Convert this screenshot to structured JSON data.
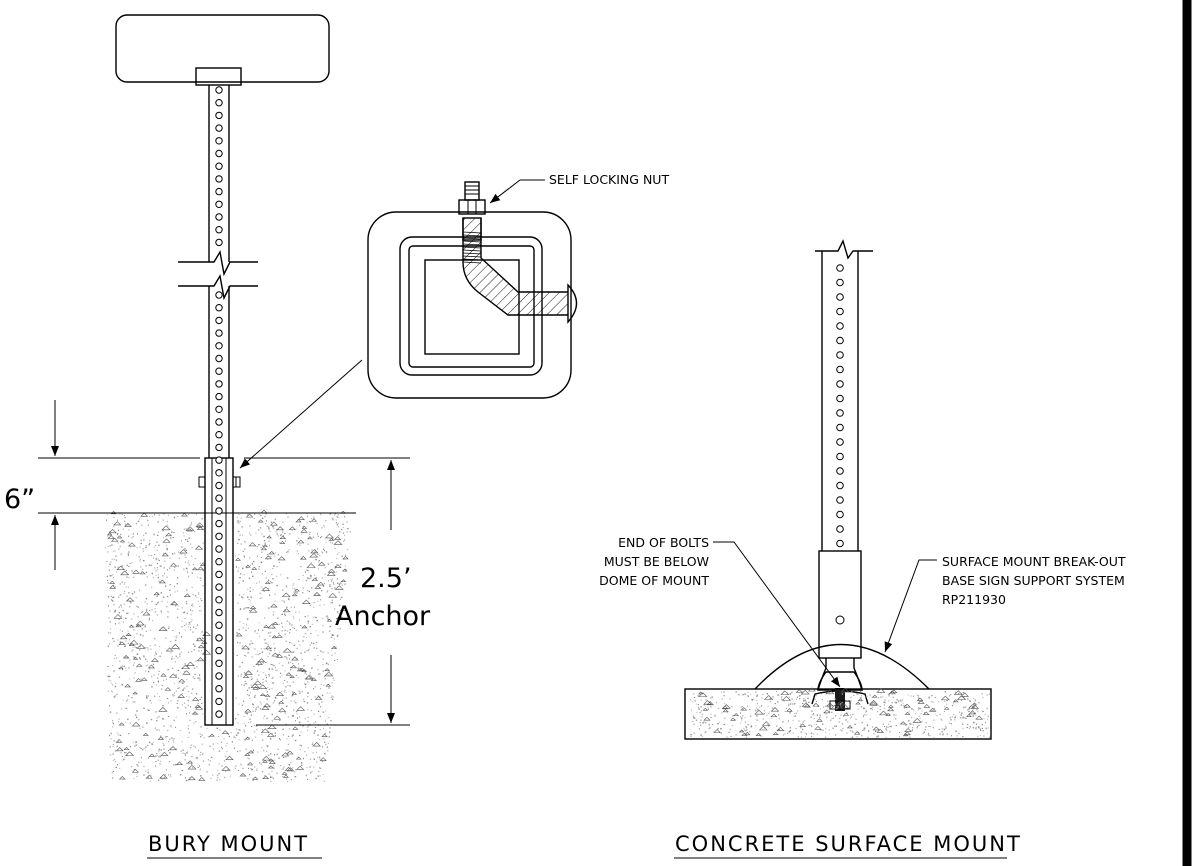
{
  "labels": {
    "self_locking_nut": "SELF LOCKING NUT",
    "end_of_bolts_line1": "END OF BOLTS",
    "end_of_bolts_line2": "MUST BE BELOW",
    "end_of_bolts_line3": "DOME OF MOUNT",
    "surface_mount_line1": "SURFACE MOUNT BREAK-OUT",
    "surface_mount_line2": "BASE SIGN SUPPORT SYSTEM",
    "surface_mount_line3": "RP211930"
  },
  "dimensions": {
    "above_ground": "6”",
    "anchor_length": "2.5’",
    "anchor_word": "Anchor"
  },
  "titles": {
    "bury_mount": "BURY MOUNT",
    "concrete_surface_mount": "CONCRETE SURFACE MOUNT"
  }
}
